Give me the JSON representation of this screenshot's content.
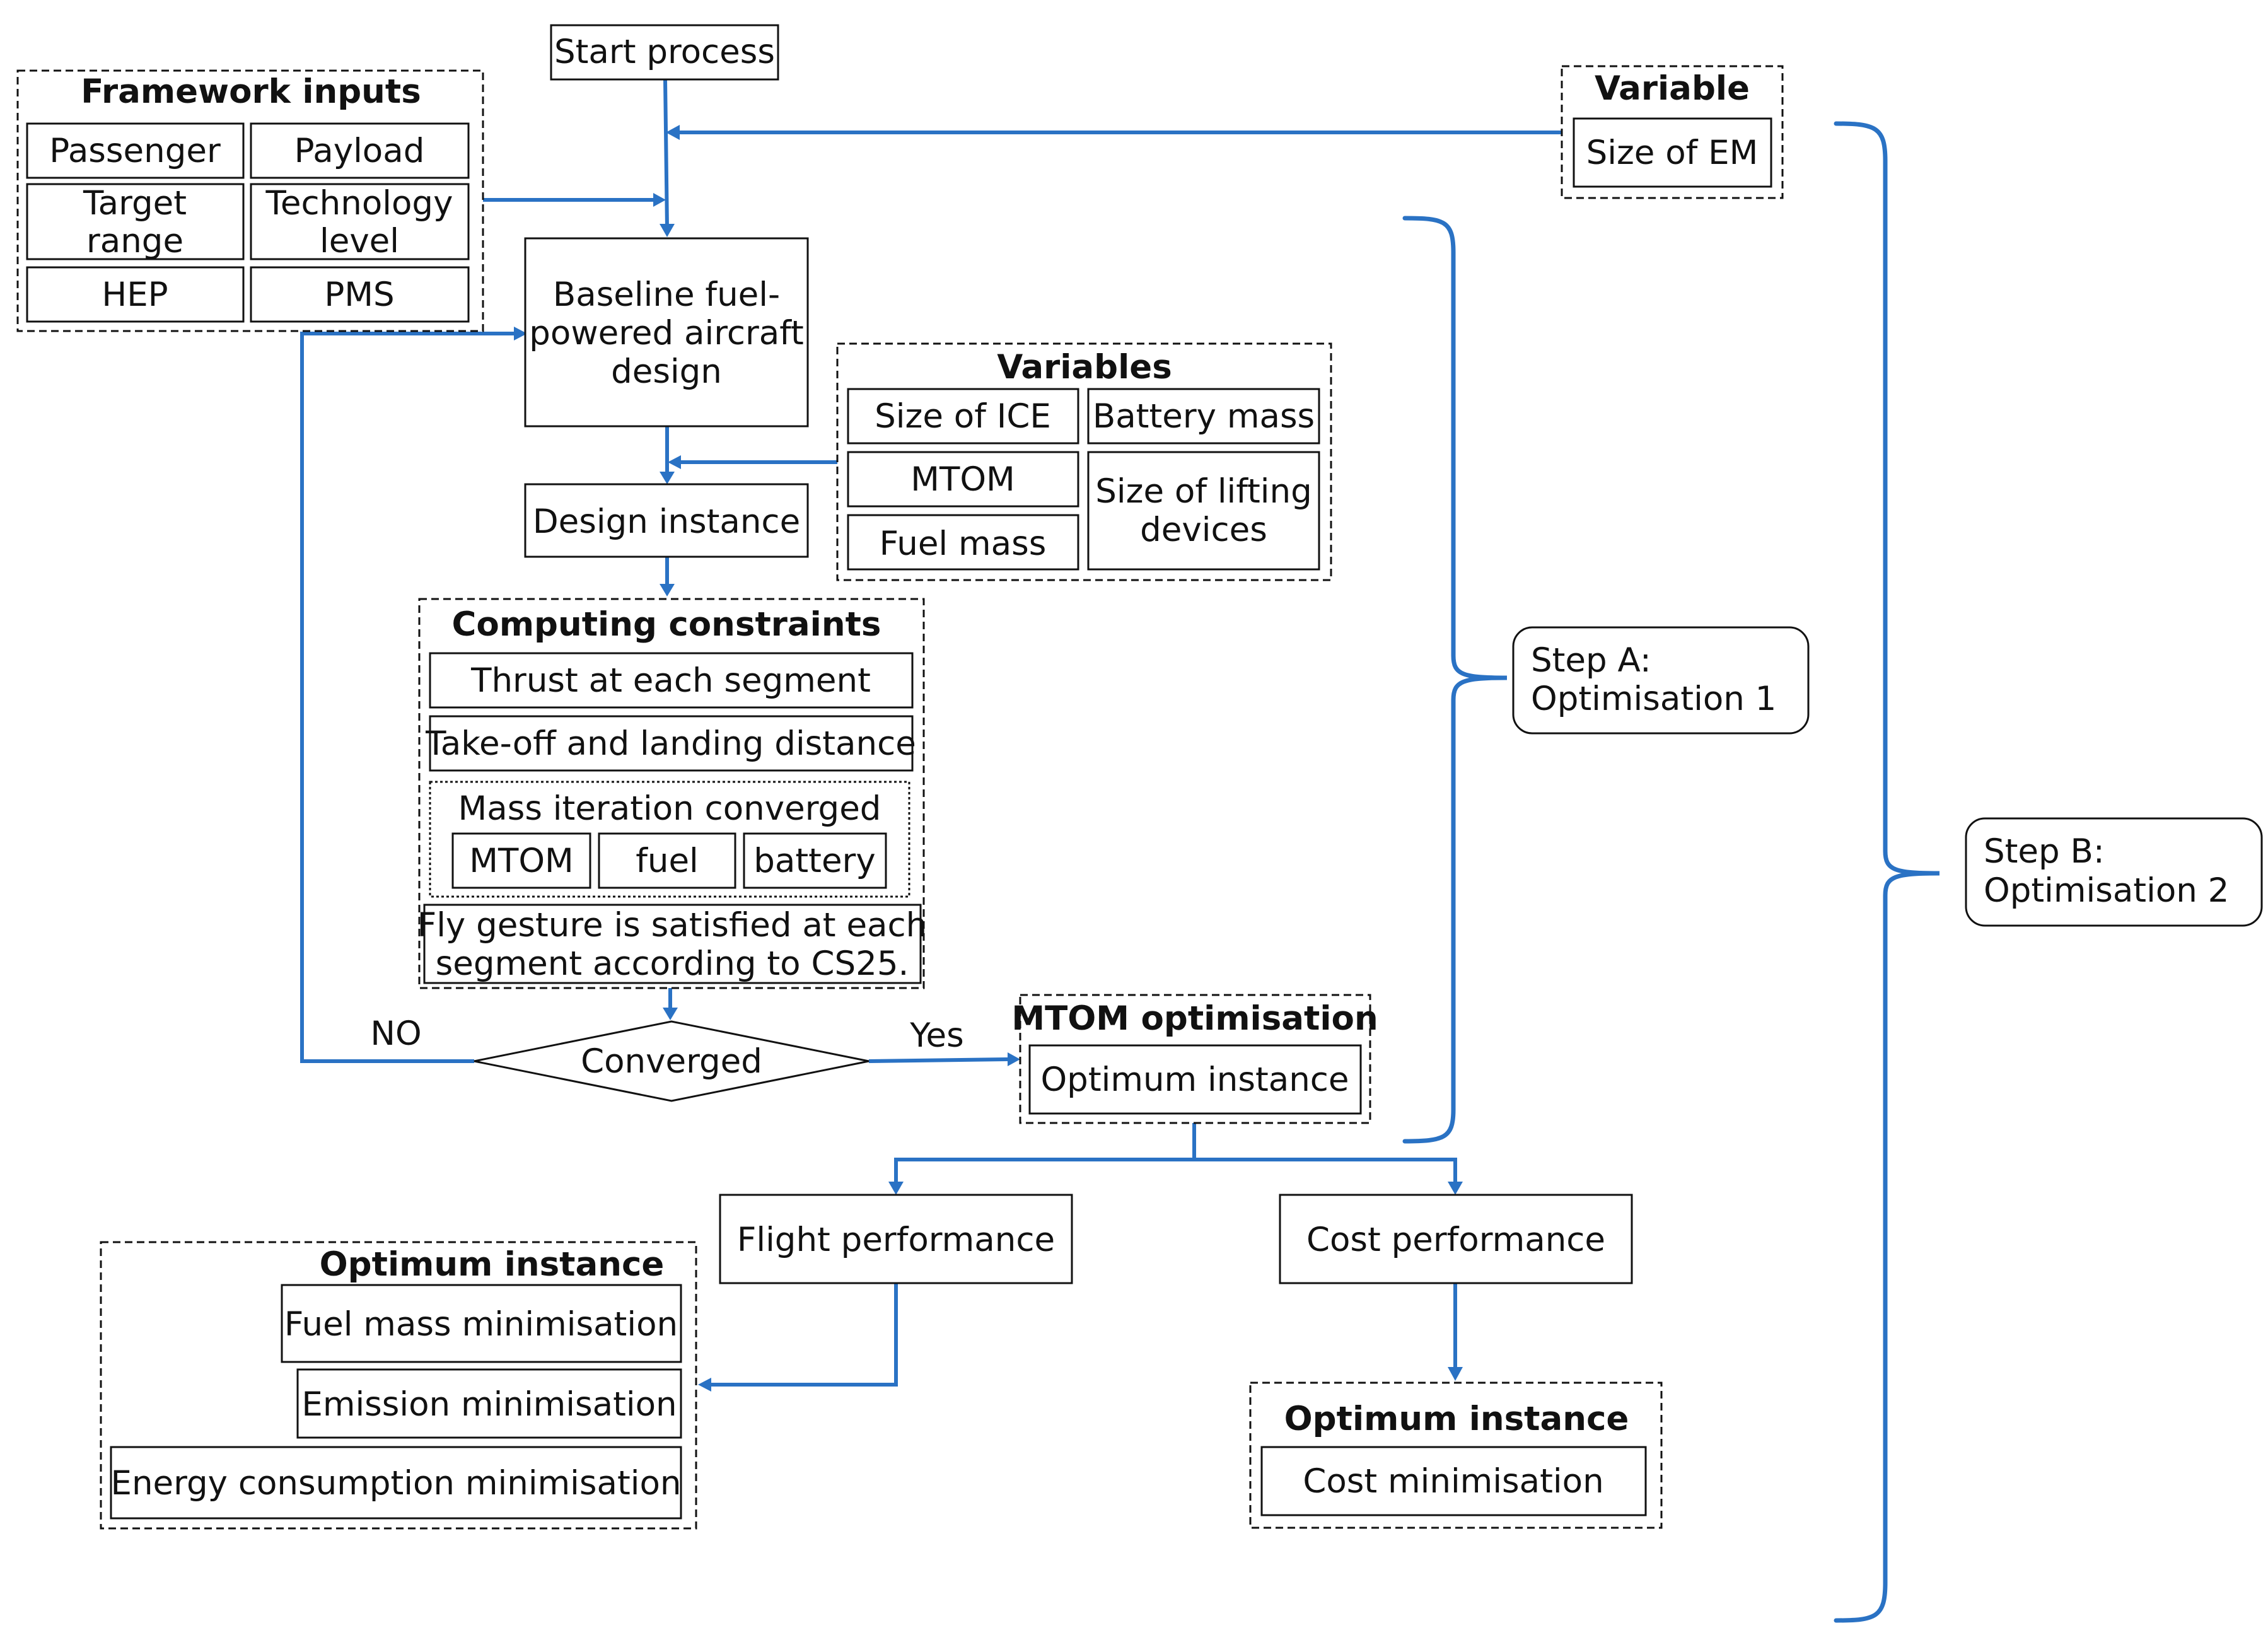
{
  "start": "Start process",
  "framework": {
    "title": "Framework inputs",
    "passenger": "Passenger",
    "payload": "Payload",
    "target_range_1": "Target",
    "target_range_2": "range",
    "tech_level_1": "Technology",
    "tech_level_2": "level",
    "hep": "HEP",
    "pms": "PMS"
  },
  "variable": {
    "title": "Variable",
    "size_em": "Size of EM"
  },
  "baseline": {
    "line1": "Baseline fuel-",
    "line2": "powered aircraft",
    "line3": "design"
  },
  "variables": {
    "title": "Variables",
    "size_ice": "Size of ICE",
    "battery_mass": "Battery mass",
    "mtom": "MTOM",
    "fuel_mass": "Fuel mass",
    "lifting_1": "Size of lifting",
    "lifting_2": "devices"
  },
  "design_instance": "Design instance",
  "constraints": {
    "title": "Computing constraints",
    "thrust": "Thrust at each segment",
    "takeoff": "Take-off and landing distance",
    "mass_iter": "Mass iteration converged",
    "mtom": "MTOM",
    "fuel": "fuel",
    "battery": "battery",
    "fly_1": "Fly gesture is satisfied at each",
    "fly_2": "segment according to CS25."
  },
  "decision": {
    "label": "Converged",
    "no": "NO",
    "yes": "Yes"
  },
  "mtom_opt": {
    "title": "MTOM optimisation",
    "optimum": "Optimum instance"
  },
  "step_a": {
    "line1": "Step A:",
    "line2": "Optimisation 1"
  },
  "step_b": {
    "line1": "Step B:",
    "line2": "Optimisation 2"
  },
  "flight_perf": "Flight performance",
  "cost_perf": "Cost performance",
  "opt_left": {
    "title": "Optimum instance",
    "fuel_min": "Fuel mass minimisation",
    "emission_min": "Emission minimisation",
    "energy_min": "Energy consumption minimisation"
  },
  "opt_right": {
    "title": "Optimum instance",
    "cost_min": "Cost minimisation"
  },
  "colors": {
    "flow": "#2a72c4",
    "outline": "#111111",
    "background": "#ffffff"
  }
}
